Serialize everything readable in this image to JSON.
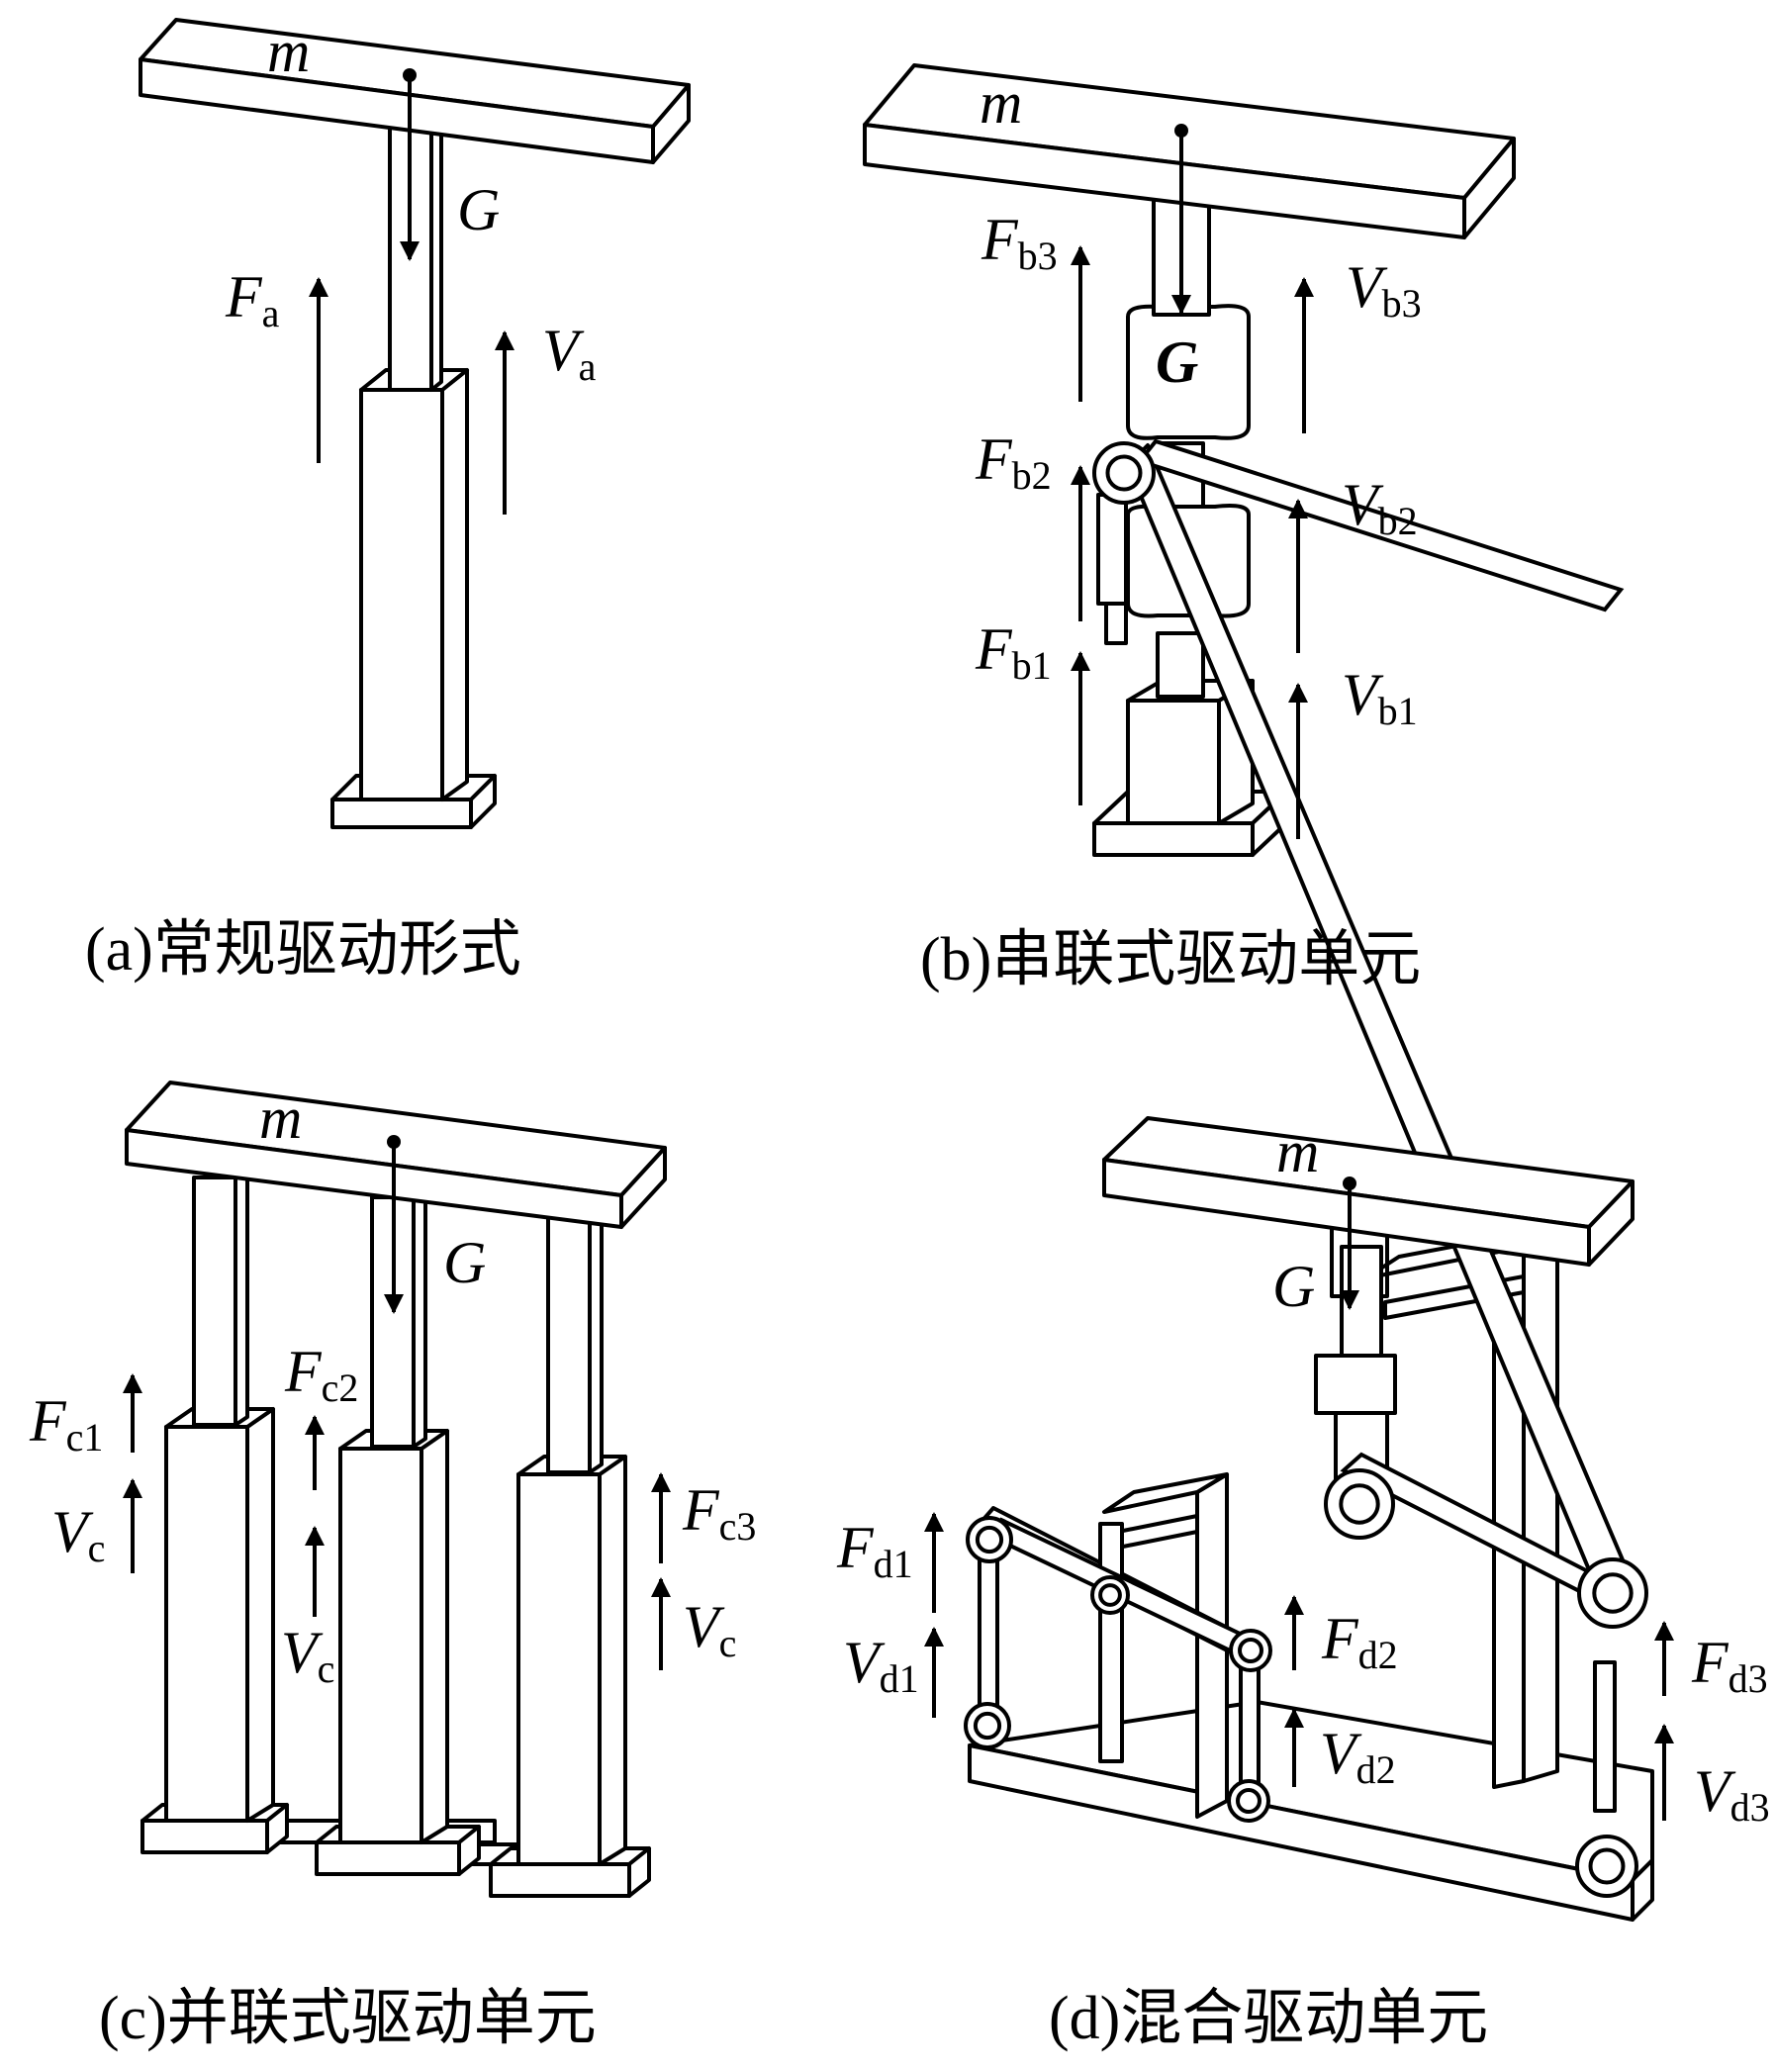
{
  "panels": {
    "a": {
      "caption": "(a)常规驱动形式",
      "mass": "m",
      "gravity": "G",
      "force": {
        "main": "F",
        "sub": "a"
      },
      "velocity": {
        "main": "V",
        "sub": "a"
      }
    },
    "b": {
      "caption": "(b)串联式驱动单元",
      "mass": "m",
      "gravity": "G",
      "forces": [
        {
          "main": "F",
          "sub": "b3"
        },
        {
          "main": "F",
          "sub": "b2"
        },
        {
          "main": "F",
          "sub": "b1"
        }
      ],
      "velocities": [
        {
          "main": "V",
          "sub": "b3"
        },
        {
          "main": "V",
          "sub": "b2"
        },
        {
          "main": "V",
          "sub": "b1"
        }
      ]
    },
    "c": {
      "caption": "(c)并联式驱动单元",
      "mass": "m",
      "gravity": "G",
      "forces": [
        {
          "main": "F",
          "sub": "c1"
        },
        {
          "main": "F",
          "sub": "c2"
        },
        {
          "main": "F",
          "sub": "c3"
        }
      ],
      "velocities": [
        {
          "main": "V",
          "sub": "c"
        },
        {
          "main": "V",
          "sub": "c"
        },
        {
          "main": "V",
          "sub": "c"
        }
      ]
    },
    "d": {
      "caption": "(d)混合驱动单元",
      "mass": "m",
      "gravity": "G",
      "forces": [
        {
          "main": "F",
          "sub": "d1"
        },
        {
          "main": "F",
          "sub": "d2"
        },
        {
          "main": "F",
          "sub": "d3"
        }
      ],
      "velocities": [
        {
          "main": "V",
          "sub": "d1"
        },
        {
          "main": "V",
          "sub": "d2"
        },
        {
          "main": "V",
          "sub": "d3"
        }
      ]
    }
  }
}
